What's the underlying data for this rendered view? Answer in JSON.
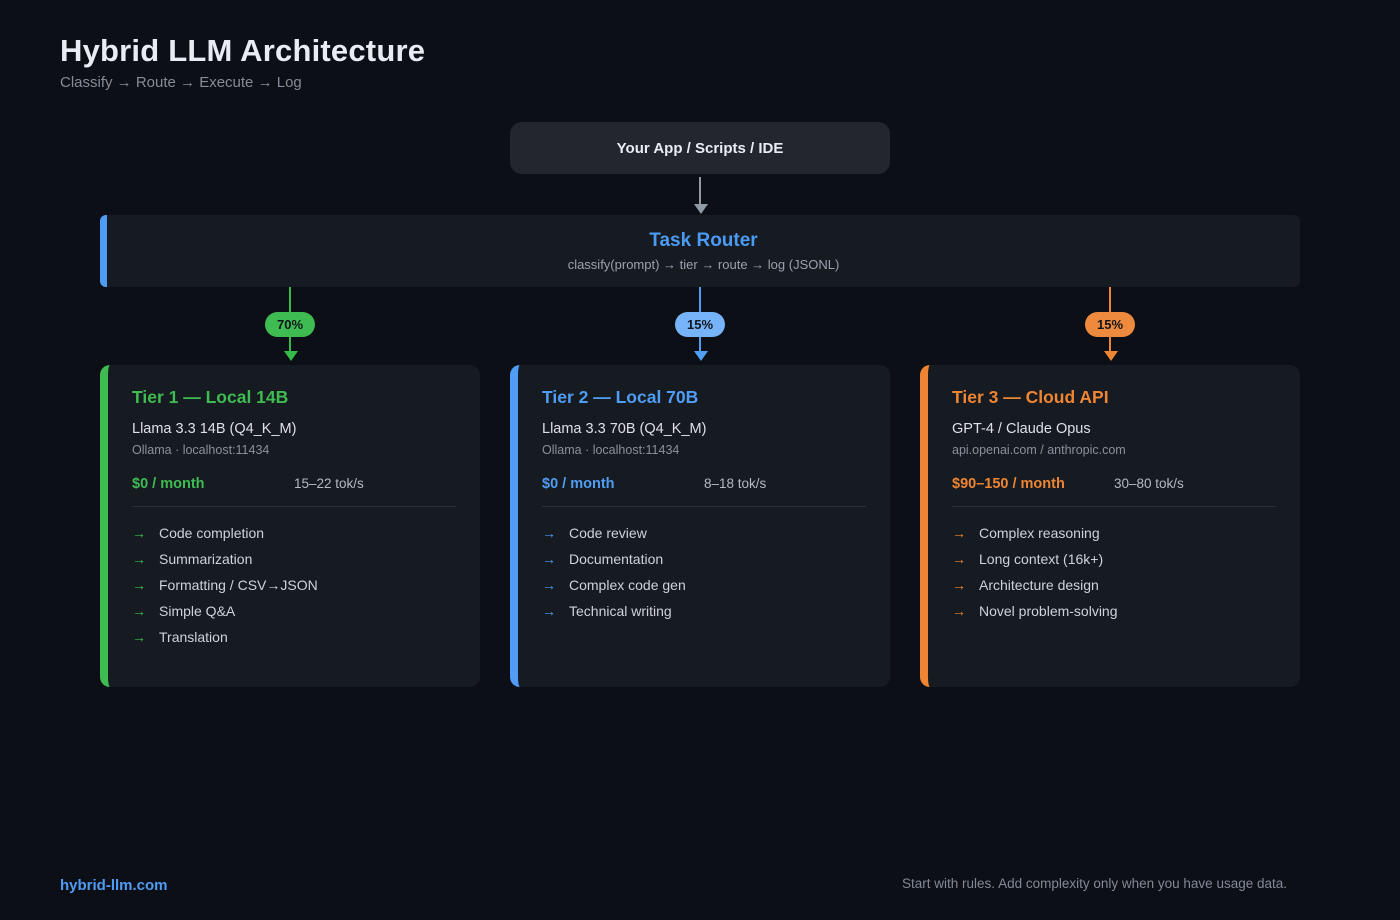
{
  "header": {
    "title": "Hybrid LLM Architecture",
    "subtitle": "Classify → Route → Execute → Log"
  },
  "diagram": {
    "app_box_label": "Your App / Scripts / IDE",
    "router": {
      "title": "Task Router",
      "subtitle": "classify(prompt) → tier → route → log (JSONL)"
    },
    "routes": [
      {
        "percent": "70%",
        "color": "#3fbc51",
        "target": "tier-1"
      },
      {
        "percent": "15%",
        "color": "#77b3f8",
        "target": "tier-2"
      },
      {
        "percent": "15%",
        "color": "#ee8a3d",
        "target": "tier-3"
      }
    ]
  },
  "tiers": [
    {
      "title": "Tier 1 — Local 14B",
      "model": "Llama 3.3 14B (Q4_K_M)",
      "endpoint": "Ollama · localhost:11434",
      "price": "$0 / month",
      "speed": "15–22 tok/s",
      "accent": "#3fbc51",
      "items": [
        "Code completion",
        "Summarization",
        "Formatting / CSV→JSON",
        "Simple Q&A",
        "Translation"
      ]
    },
    {
      "title": "Tier 2 — Local 70B",
      "model": "Llama 3.3 70B (Q4_K_M)",
      "endpoint": "Ollama · localhost:11434",
      "price": "$0 / month",
      "speed": "8–18 tok/s",
      "accent": "#4f9df5",
      "items": [
        "Code review",
        "Documentation",
        "Complex code gen",
        "Technical writing"
      ]
    },
    {
      "title": "Tier 3 — Cloud API",
      "model": "GPT-4 / Claude Opus",
      "endpoint": "api.openai.com / anthropic.com",
      "price": "$90–150 / month",
      "speed": "30–80 tok/s",
      "accent": "#ed8532",
      "items": [
        "Complex reasoning",
        "Long context (16k+)",
        "Architecture design",
        "Novel problem-solving"
      ]
    }
  ],
  "glyphs": {
    "list_arrow": "→"
  },
  "footer": {
    "site": "hybrid-llm.com",
    "note": "Start with rules. Add complexity only when you have usage data."
  }
}
